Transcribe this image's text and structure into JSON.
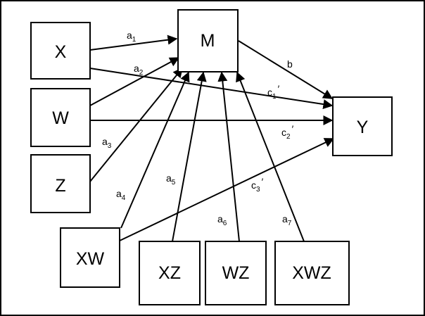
{
  "nodes": {
    "X": "X",
    "W": "W",
    "Z": "Z",
    "XW": "XW",
    "XZ": "XZ",
    "WZ": "WZ",
    "XWZ": "XWZ",
    "M": "M",
    "Y": "Y"
  },
  "paths": {
    "a1": {
      "base": "a",
      "sub": "1",
      "prime": ""
    },
    "a2": {
      "base": "a",
      "sub": "2",
      "prime": ""
    },
    "a3": {
      "base": "a",
      "sub": "3",
      "prime": ""
    },
    "a4": {
      "base": "a",
      "sub": "4",
      "prime": ""
    },
    "a5": {
      "base": "a",
      "sub": "5",
      "prime": ""
    },
    "a6": {
      "base": "a",
      "sub": "6",
      "prime": ""
    },
    "a7": {
      "base": "a",
      "sub": "7",
      "prime": ""
    },
    "b": {
      "base": "b",
      "sub": "",
      "prime": ""
    },
    "c1": {
      "base": "c",
      "sub": "1",
      "prime": "′"
    },
    "c2": {
      "base": "c",
      "sub": "2",
      "prime": "′"
    },
    "c3": {
      "base": "c",
      "sub": "3",
      "prime": "′"
    }
  }
}
